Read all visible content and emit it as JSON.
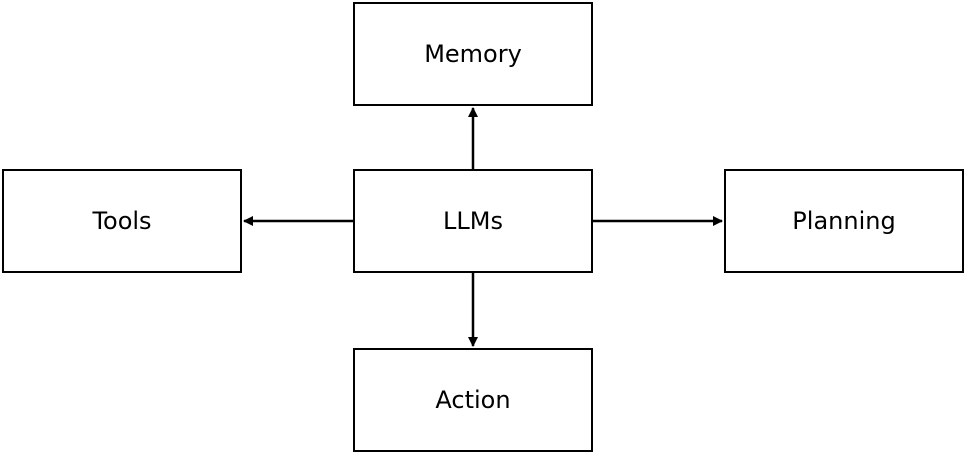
{
  "nodes": {
    "center": "LLMs",
    "top": "Memory",
    "left": "Tools",
    "right": "Planning",
    "bottom": "Action"
  },
  "edges": [
    {
      "from": "LLMs",
      "to": "Memory"
    },
    {
      "from": "LLMs",
      "to": "Tools"
    },
    {
      "from": "LLMs",
      "to": "Planning"
    },
    {
      "from": "LLMs",
      "to": "Action"
    }
  ],
  "colors": {
    "stroke": "#000000",
    "box_fill": "#ffffff",
    "text": "#000000"
  }
}
